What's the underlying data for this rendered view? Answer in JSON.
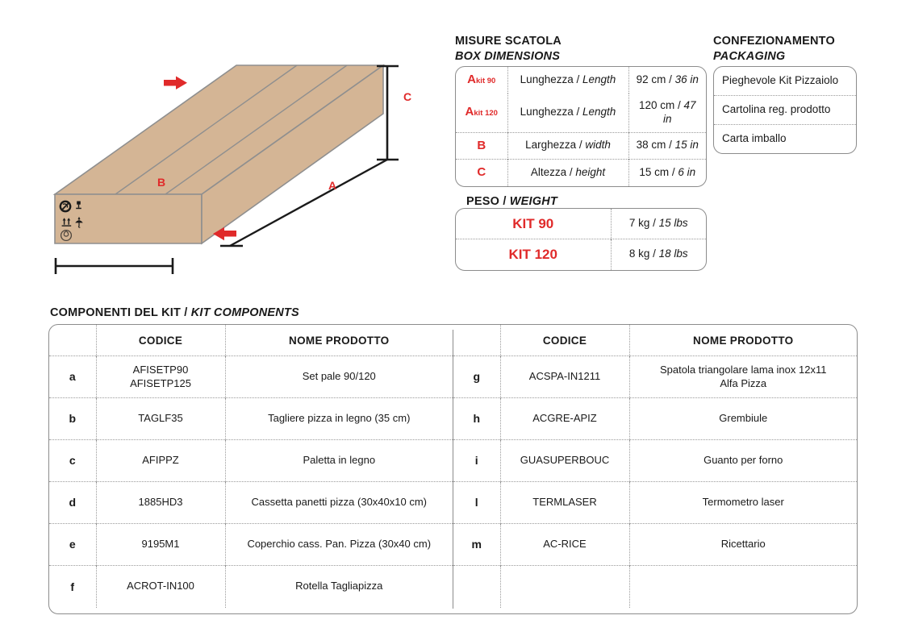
{
  "box_dimensions": {
    "title_it": "MISURE SCATOLA",
    "title_en": "BOX DIMENSIONS",
    "rows": [
      {
        "label": "A",
        "label_sub": "kit 90",
        "desc_it": "Lunghezza",
        "desc_en": "Length",
        "value_metric": "92 cm",
        "value_imperial": "36 in"
      },
      {
        "label": "A",
        "label_sub": "kit 120",
        "desc_it": "Lunghezza",
        "desc_en": "Length",
        "value_metric": "120 cm",
        "value_imperial": "47 in"
      },
      {
        "label": "B",
        "label_sub": "",
        "desc_it": "Larghezza",
        "desc_en": "width",
        "value_metric": "38 cm",
        "value_imperial": "15 in"
      },
      {
        "label": "C",
        "label_sub": "",
        "desc_it": "Altezza",
        "desc_en": "height",
        "value_metric": "15 cm",
        "value_imperial": "6 in"
      }
    ]
  },
  "packaging": {
    "title_it": "CONFEZIONAMENTO",
    "title_en": "PACKAGING",
    "items": [
      "Pieghevole Kit Pizzaiolo",
      "Cartolina reg. prodotto",
      "Carta imballo"
    ]
  },
  "weight": {
    "title_it": "PESO",
    "title_en": "WEIGHT",
    "separator": "/",
    "rows": [
      {
        "name": "KIT 90",
        "metric": "7 kg",
        "imperial": "15 lbs"
      },
      {
        "name": "KIT 120",
        "metric": "8 kg",
        "imperial": "18 lbs"
      }
    ]
  },
  "components": {
    "title_it": "COMPONENTI DEL KIT",
    "title_en": "KIT COMPONENTS",
    "separator": "/",
    "headers": {
      "code": "CODICE",
      "name": "NOME PRODOTTO"
    },
    "left_rows": [
      {
        "letter": "a",
        "code_line1": "AFISETP90",
        "code_line2": "AFISETP125",
        "name_line1": "Set pale 90/120",
        "name_line2": ""
      },
      {
        "letter": "b",
        "code_line1": "TAGLF35",
        "code_line2": "",
        "name_line1": "Tagliere pizza in legno (35 cm)",
        "name_line2": ""
      },
      {
        "letter": "c",
        "code_line1": "AFIPPZ",
        "code_line2": "",
        "name_line1": "Paletta in legno",
        "name_line2": ""
      },
      {
        "letter": "d",
        "code_line1": "1885HD3",
        "code_line2": "",
        "name_line1": "Cassetta panetti pizza (30x40x10 cm)",
        "name_line2": ""
      },
      {
        "letter": "e",
        "code_line1": "9195M1",
        "code_line2": "",
        "name_line1": "Coperchio cass. Pan. Pizza (30x40 cm)",
        "name_line2": ""
      },
      {
        "letter": "f",
        "code_line1": "ACROT-IN100",
        "code_line2": "",
        "name_line1": "Rotella Tagliapizza",
        "name_line2": ""
      }
    ],
    "right_rows": [
      {
        "letter": "g",
        "code_line1": "ACSPA-IN1211",
        "code_line2": "",
        "name_line1": "Spatola triangolare lama inox 12x11",
        "name_line2": "Alfa Pizza"
      },
      {
        "letter": "h",
        "code_line1": "ACGRE-APIZ",
        "code_line2": "",
        "name_line1": "Grembiule",
        "name_line2": ""
      },
      {
        "letter": "i",
        "code_line1": "GUASUPERBOUC",
        "code_line2": "",
        "name_line1": "Guanto per forno",
        "name_line2": ""
      },
      {
        "letter": "l",
        "code_line1": "TERMLASER",
        "code_line2": "",
        "name_line1": "Termometro laser",
        "name_line2": ""
      },
      {
        "letter": "m",
        "code_line1": "AC-RICE",
        "code_line2": "",
        "name_line1": "Ricettario",
        "name_line2": ""
      },
      {
        "letter": "",
        "code_line1": "",
        "code_line2": "",
        "name_line1": "",
        "name_line2": ""
      }
    ]
  },
  "figure": {
    "dimension_labels": {
      "a": "A",
      "b": "B",
      "c": "C"
    },
    "arrows": {
      "top": "arrow-right",
      "bottom": "arrow-left"
    },
    "shipping_symbols": [
      "no-hooks-icon",
      "fragile-glass-icon",
      "this-way-up-icon",
      "keep-dry-umbrella-icon",
      "recycle-icon"
    ]
  },
  "colors": {
    "accent_red": "#e02a2a",
    "box_fill": "#d4b595",
    "border_gray": "#8c8c8c",
    "dotted_gray": "#9a9a9a",
    "text": "#1a1a1a"
  }
}
